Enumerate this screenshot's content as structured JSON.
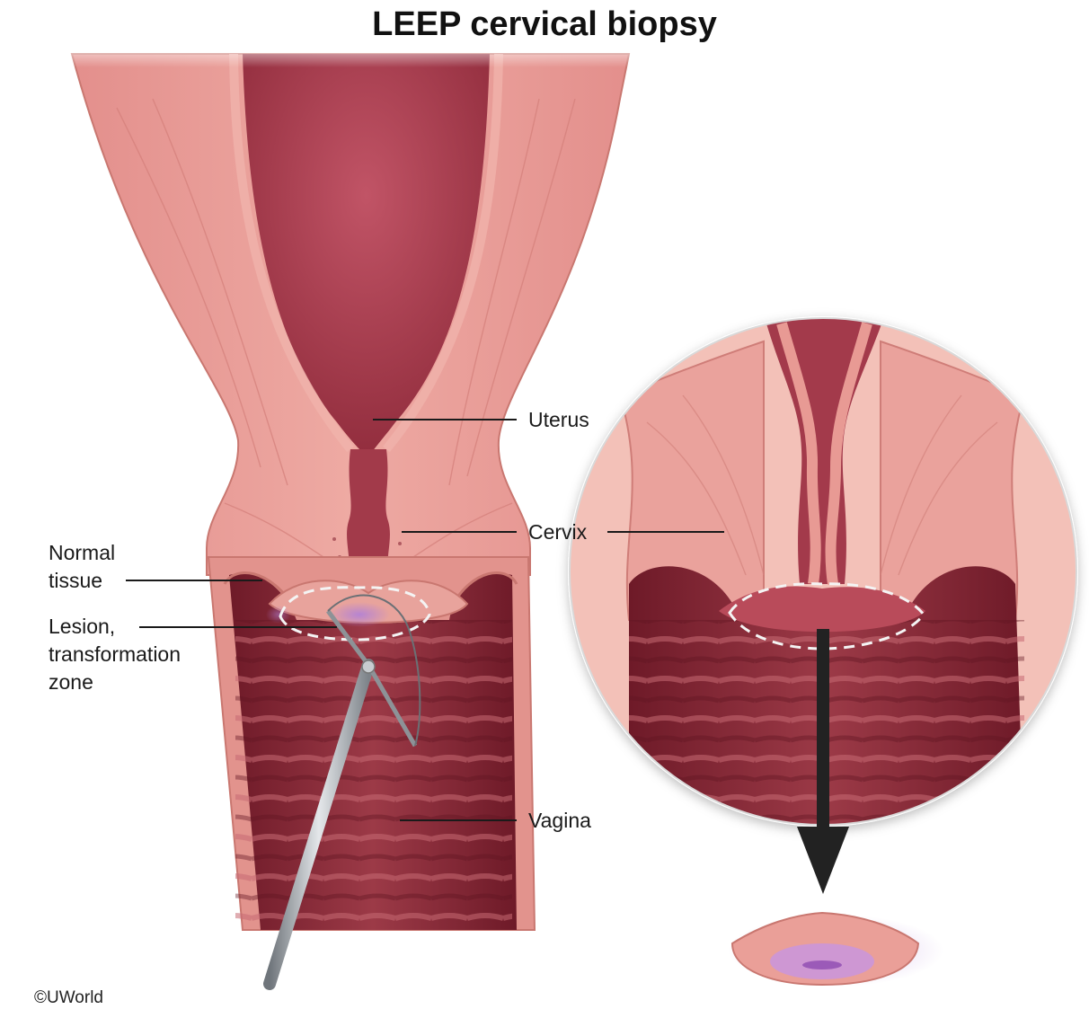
{
  "title": "LEEP cervical biopsy",
  "labels": {
    "uterus": "Uterus",
    "cervix": "Cervix",
    "vagina": "Vagina",
    "normal_tissue": [
      "Normal",
      "tissue"
    ],
    "lesion": [
      "Lesion,",
      "transformation",
      "zone"
    ]
  },
  "credit": "©UWorld",
  "colors": {
    "tissue_light": "#e9a19a",
    "tissue_mid": "#d9837e",
    "lumen_dark": "#8e2a37",
    "lumen_deep": "#6e1a28",
    "lesion_purple": "#b98fd6",
    "instrument": "#a9adb1"
  }
}
